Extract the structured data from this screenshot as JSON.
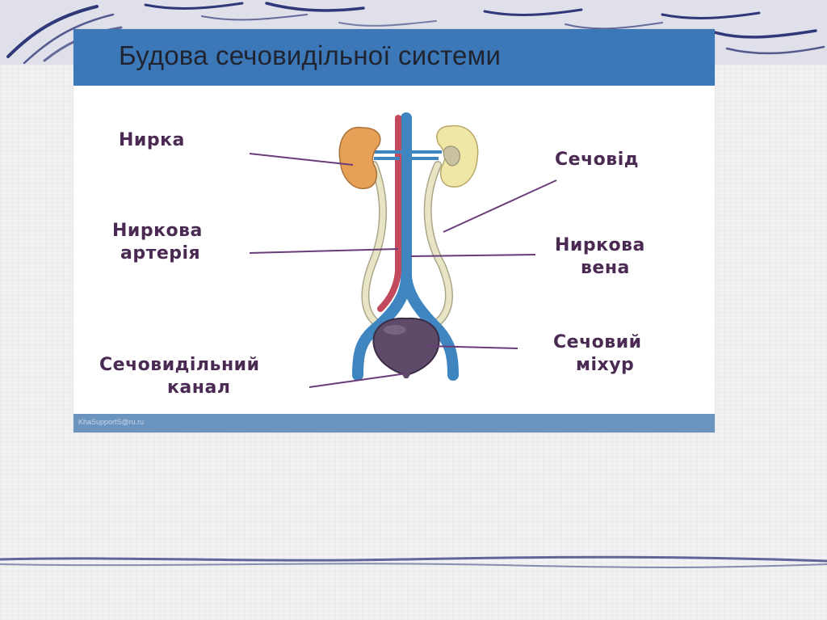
{
  "slide": {
    "title": "Будова сечовидільної системи",
    "footer_credit": "KhaSupportS@ru.ru"
  },
  "labels": {
    "kidney": "Нирка",
    "renal_artery_line1": "Ниркова",
    "renal_artery_line2": "артерія",
    "urethra_line1": "Сечовидільний",
    "urethra_line2": "канал",
    "ureter": "Сечовід",
    "renal_vein_line1": "Ниркова",
    "renal_vein_line2": "вена",
    "bladder_line1": "Сечовий",
    "bladder_line2": "міхур"
  },
  "colors": {
    "header_blue": "#3c78b8",
    "label_purple": "#4a2a52",
    "pointer_line": "#6a3d7a",
    "artery_red": "#c0465a",
    "vein_blue": "#4a8fc4",
    "ureter_cream": "#e6e3c2",
    "kidney_left": "#e8a55a",
    "kidney_right": "#efe3a4",
    "bladder_purple": "#5d4968"
  }
}
